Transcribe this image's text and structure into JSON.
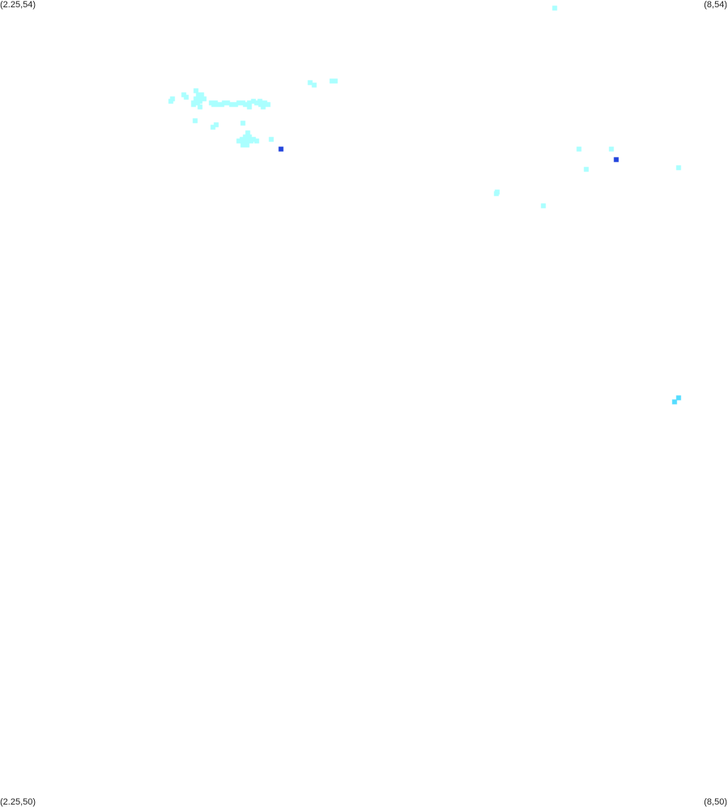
{
  "corner_labels": {
    "top_left": "(2.25,54)",
    "top_right": "(8,54)",
    "bottom_left": "(2.25,50)",
    "bottom_right": "(8,50)"
  },
  "bounds": {
    "lon_min": 2.25,
    "lon_max": 8,
    "lat_min": 50,
    "lat_max": 54
  },
  "colors": {
    "low": "#aaffff",
    "mid": "#55ddff",
    "high": "#2244dd",
    "background": "#ffffff"
  },
  "cells": [
    {
      "lon": 6.63,
      "lat": 53.96,
      "level": 0
    },
    {
      "lon": 4.7,
      "lat": 53.59,
      "level": 0
    },
    {
      "lon": 4.73,
      "lat": 53.58,
      "level": 0
    },
    {
      "lon": 4.87,
      "lat": 53.6,
      "level": 0
    },
    {
      "lon": 4.9,
      "lat": 53.6,
      "level": 0
    },
    {
      "lon": 3.8,
      "lat": 53.55,
      "level": 0
    },
    {
      "lon": 3.7,
      "lat": 53.53,
      "level": 0
    },
    {
      "lon": 3.82,
      "lat": 53.53,
      "level": 0
    },
    {
      "lon": 3.84,
      "lat": 53.53,
      "level": 0
    },
    {
      "lon": 3.72,
      "lat": 53.52,
      "level": 0
    },
    {
      "lon": 3.61,
      "lat": 53.51,
      "level": 0
    },
    {
      "lon": 3.8,
      "lat": 53.51,
      "level": 0
    },
    {
      "lon": 3.83,
      "lat": 53.51,
      "level": 0
    },
    {
      "lon": 3.86,
      "lat": 53.51,
      "level": 0
    },
    {
      "lon": 3.6,
      "lat": 53.5,
      "level": 0
    },
    {
      "lon": 3.83,
      "lat": 53.5,
      "level": 0
    },
    {
      "lon": 3.78,
      "lat": 53.49,
      "level": 0
    },
    {
      "lon": 3.81,
      "lat": 53.49,
      "level": 0
    },
    {
      "lon": 3.92,
      "lat": 53.49,
      "level": 0
    },
    {
      "lon": 3.95,
      "lat": 53.49,
      "level": 0
    },
    {
      "lon": 4.02,
      "lat": 53.49,
      "level": 0
    },
    {
      "lon": 4.05,
      "lat": 53.49,
      "level": 0
    },
    {
      "lon": 4.22,
      "lat": 53.49,
      "level": 0
    },
    {
      "lon": 4.25,
      "lat": 53.5,
      "level": 0
    },
    {
      "lon": 4.28,
      "lat": 53.49,
      "level": 0
    },
    {
      "lon": 4.34,
      "lat": 53.49,
      "level": 0
    },
    {
      "lon": 4.37,
      "lat": 53.48,
      "level": 0
    },
    {
      "lon": 3.94,
      "lat": 53.48,
      "level": 0
    },
    {
      "lon": 3.97,
      "lat": 53.48,
      "level": 0
    },
    {
      "lon": 4.0,
      "lat": 53.48,
      "level": 0
    },
    {
      "lon": 4.08,
      "lat": 53.48,
      "level": 0
    },
    {
      "lon": 4.11,
      "lat": 53.48,
      "level": 0
    },
    {
      "lon": 4.14,
      "lat": 53.49,
      "level": 0
    },
    {
      "lon": 4.17,
      "lat": 53.49,
      "level": 0
    },
    {
      "lon": 4.19,
      "lat": 53.48,
      "level": 0
    },
    {
      "lon": 4.22,
      "lat": 53.47,
      "level": 0
    },
    {
      "lon": 4.31,
      "lat": 53.48,
      "level": 0
    },
    {
      "lon": 4.33,
      "lat": 53.47,
      "level": 0
    },
    {
      "lon": 4.3,
      "lat": 53.5,
      "level": 0
    },
    {
      "lon": 3.83,
      "lat": 53.47,
      "level": 0
    },
    {
      "lon": 3.78,
      "lat": 53.48,
      "level": 0
    },
    {
      "lon": 3.79,
      "lat": 53.4,
      "level": 0
    },
    {
      "lon": 3.93,
      "lat": 53.37,
      "level": 0
    },
    {
      "lon": 3.96,
      "lat": 53.38,
      "level": 0
    },
    {
      "lon": 4.17,
      "lat": 53.39,
      "level": 0
    },
    {
      "lon": 4.21,
      "lat": 53.34,
      "level": 0
    },
    {
      "lon": 4.19,
      "lat": 53.32,
      "level": 0
    },
    {
      "lon": 4.22,
      "lat": 53.32,
      "level": 0
    },
    {
      "lon": 4.16,
      "lat": 53.31,
      "level": 0
    },
    {
      "lon": 4.25,
      "lat": 53.31,
      "level": 0
    },
    {
      "lon": 4.14,
      "lat": 53.3,
      "level": 0
    },
    {
      "lon": 4.17,
      "lat": 53.3,
      "level": 0
    },
    {
      "lon": 4.2,
      "lat": 53.3,
      "level": 0
    },
    {
      "lon": 4.23,
      "lat": 53.3,
      "level": 0
    },
    {
      "lon": 4.28,
      "lat": 53.3,
      "level": 0
    },
    {
      "lon": 4.17,
      "lat": 53.28,
      "level": 0
    },
    {
      "lon": 4.2,
      "lat": 53.28,
      "level": 0
    },
    {
      "lon": 4.39,
      "lat": 53.31,
      "level": 0
    },
    {
      "lon": 4.47,
      "lat": 53.26,
      "level": 2
    },
    {
      "lon": 6.82,
      "lat": 53.26,
      "level": 0
    },
    {
      "lon": 7.08,
      "lat": 53.26,
      "level": 0
    },
    {
      "lon": 7.12,
      "lat": 53.21,
      "level": 2
    },
    {
      "lon": 6.88,
      "lat": 53.16,
      "level": 0
    },
    {
      "lon": 7.61,
      "lat": 53.17,
      "level": 0
    },
    {
      "lon": 6.18,
      "lat": 53.05,
      "level": 0
    },
    {
      "lon": 6.17,
      "lat": 53.04,
      "level": 0
    },
    {
      "lon": 6.54,
      "lat": 52.98,
      "level": 0
    },
    {
      "lon": 7.61,
      "lat": 52.03,
      "level": 1
    },
    {
      "lon": 7.58,
      "lat": 52.01,
      "level": 1
    }
  ]
}
